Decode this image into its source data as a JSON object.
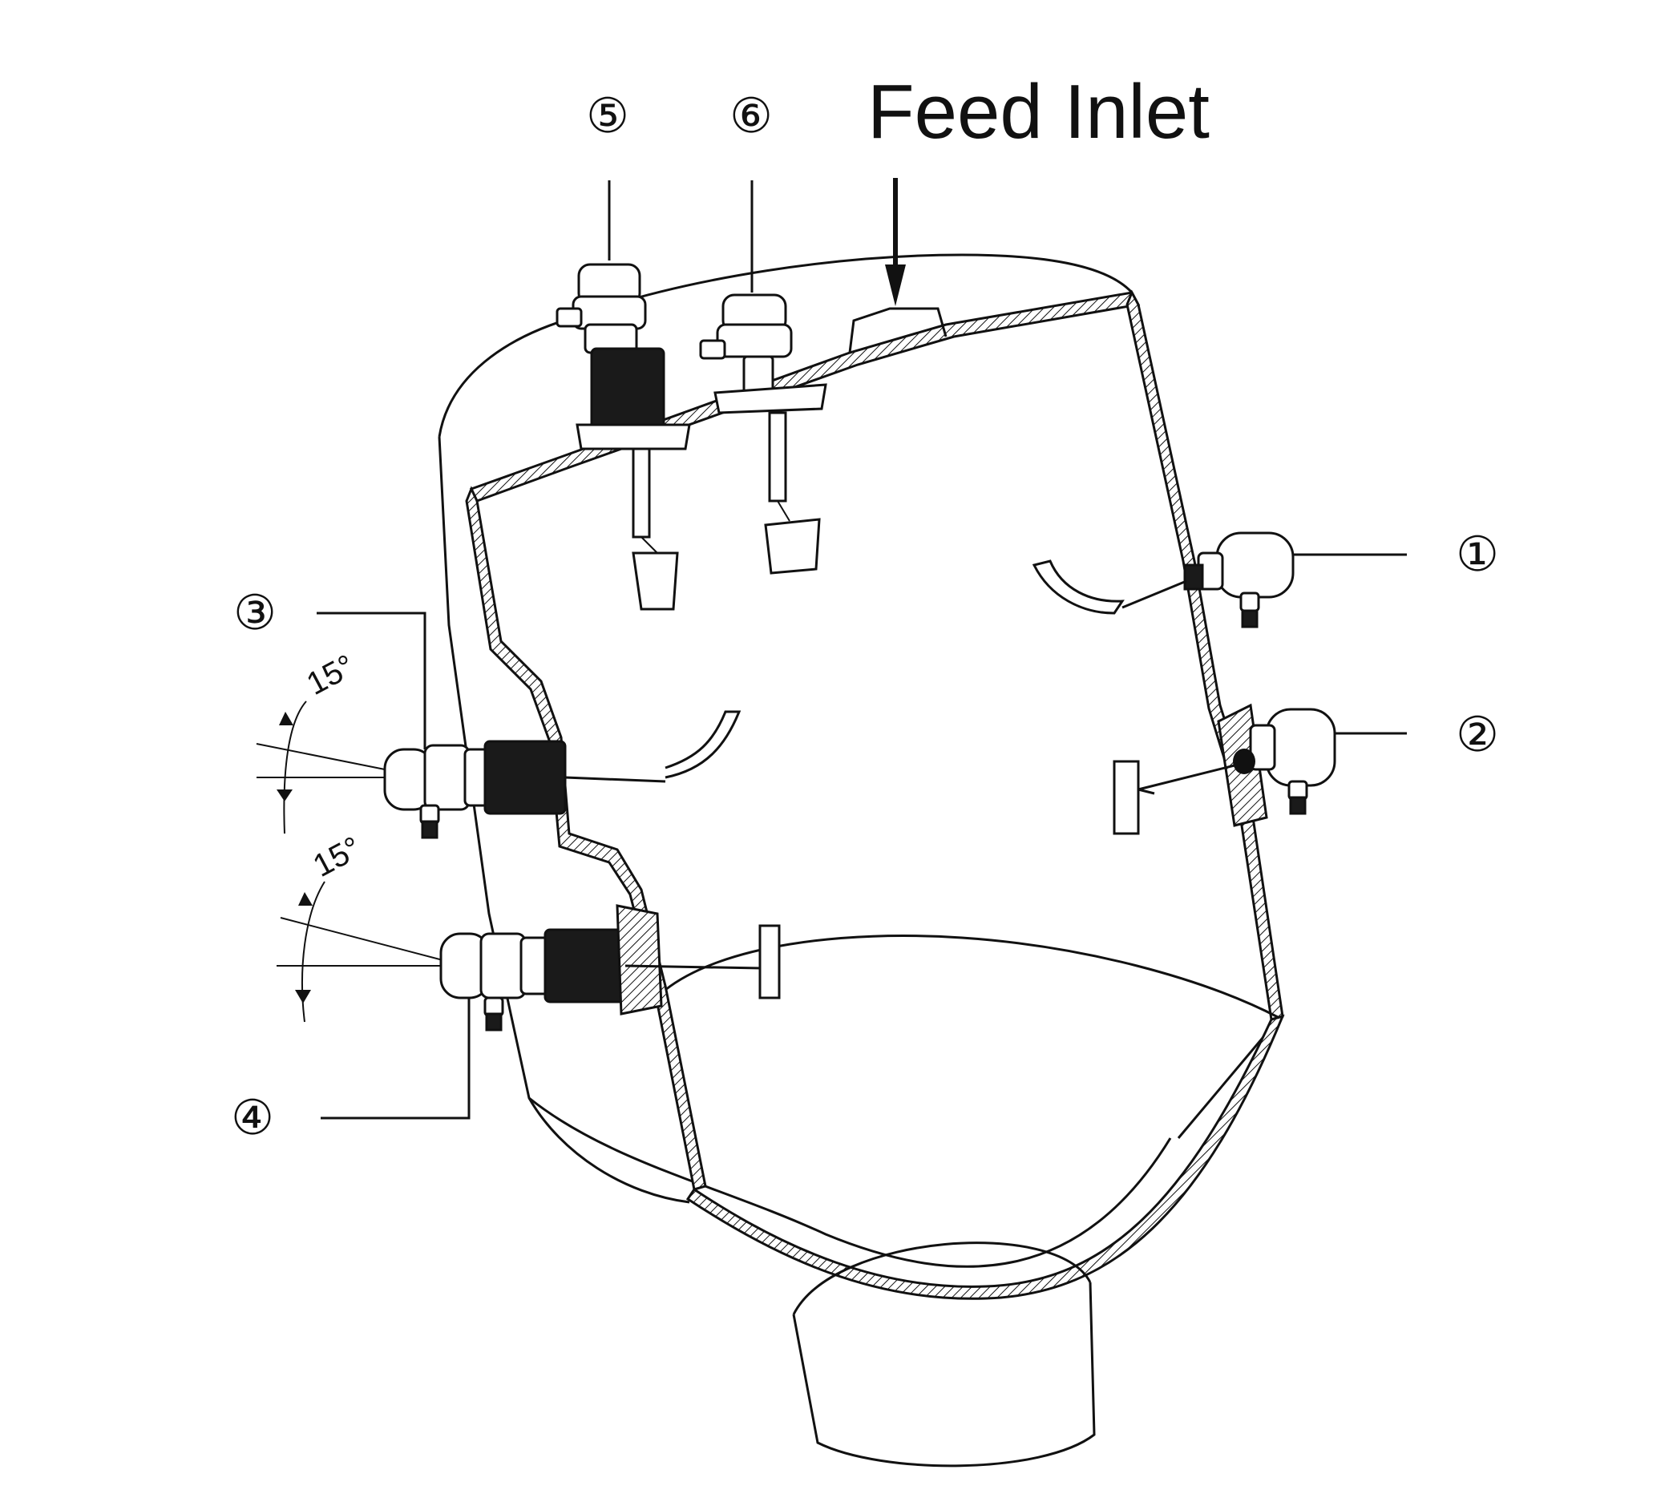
{
  "title": "Feed Inlet",
  "callouts": [
    "①",
    "②",
    "③",
    "④",
    "⑤",
    "⑥"
  ],
  "angles": [
    "15°",
    "15°"
  ]
}
